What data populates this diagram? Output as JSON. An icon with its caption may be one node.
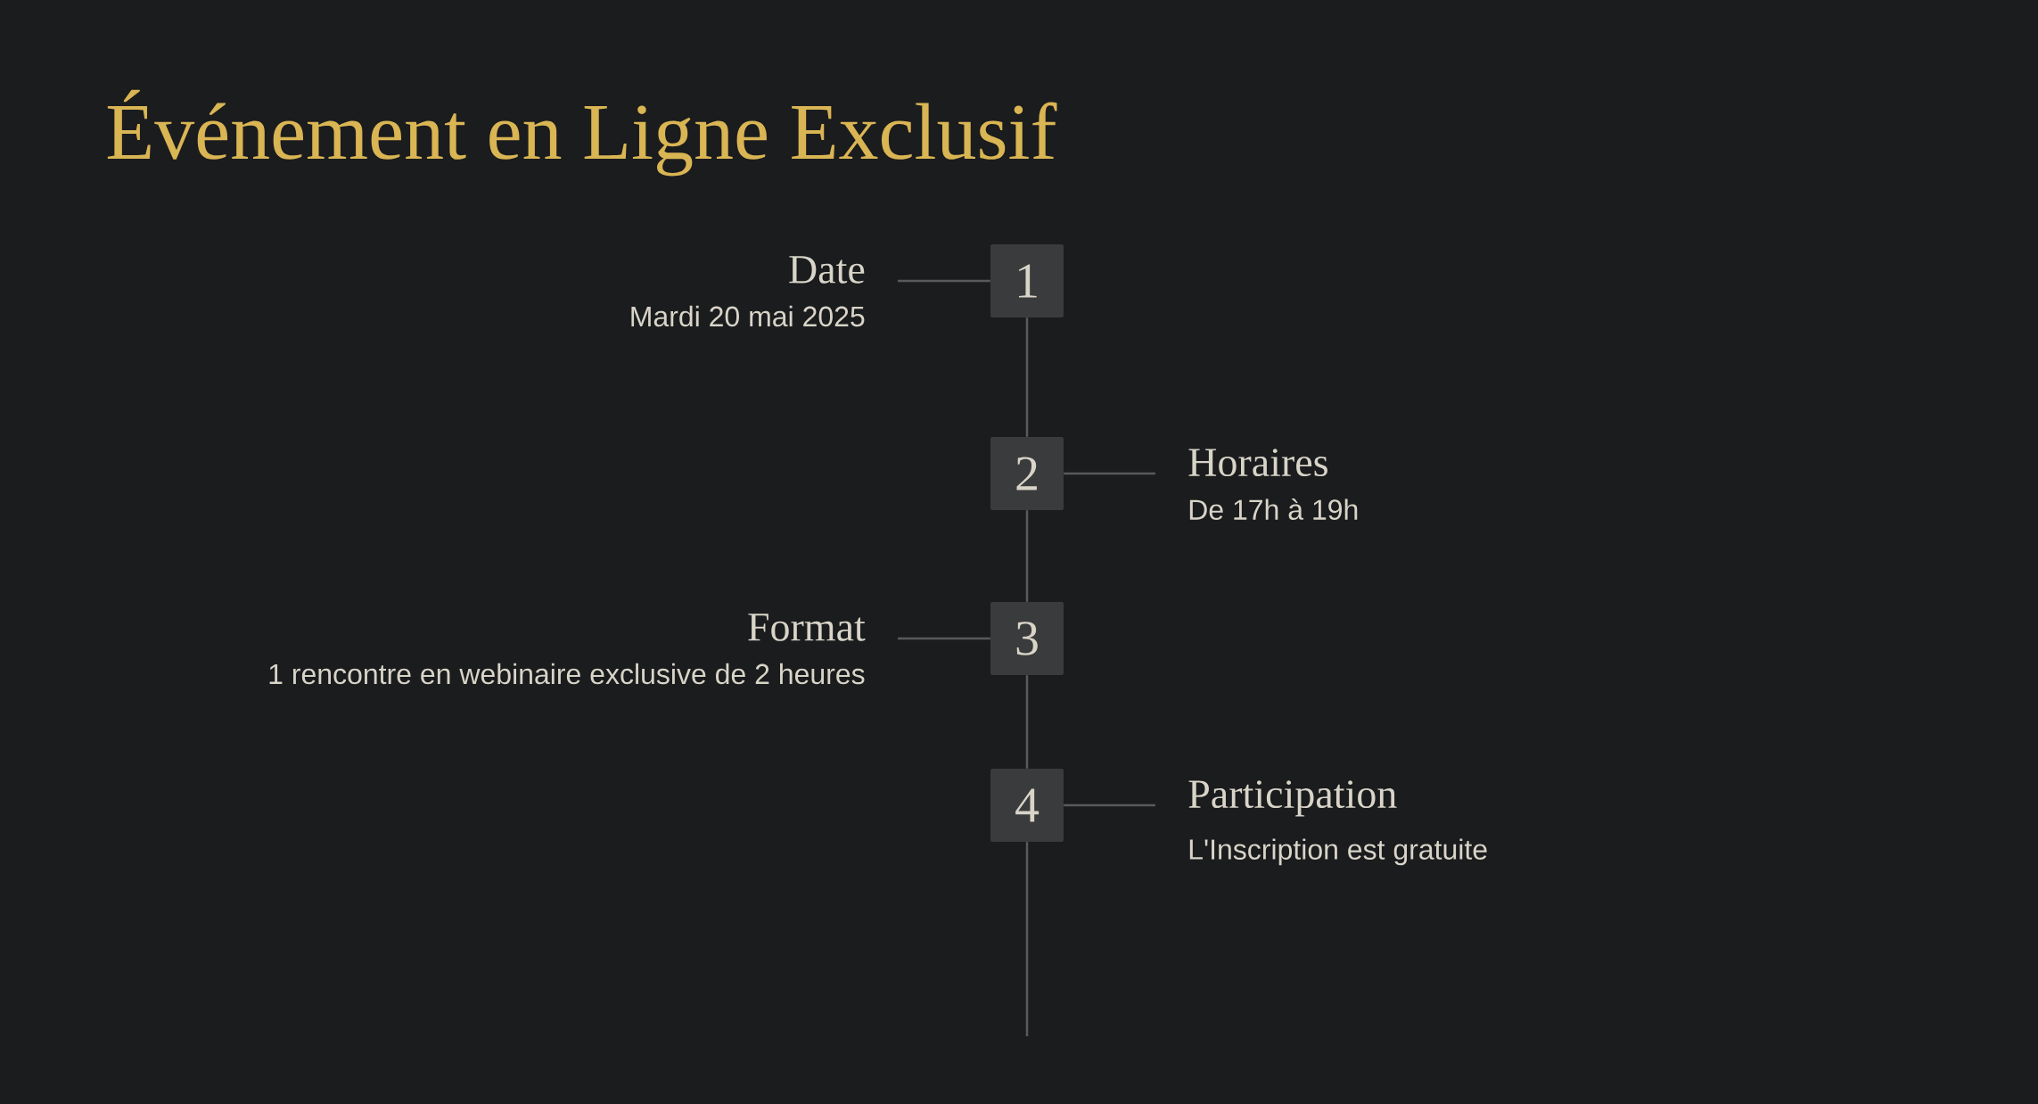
{
  "diagram": {
    "title": "Événement en Ligne Exclusif",
    "nodes": [
      {
        "text": [
          "1"
        ]
      },
      {
        "text": [
          "2"
        ]
      },
      {
        "text": [
          "3"
        ]
      },
      {
        "text": [
          "4"
        ]
      },
      {
        "text": [
          "Date",
          "Mardi 20 mai 2025"
        ]
      },
      {
        "text": [
          "Horaires",
          "De 17h à 19h"
        ]
      },
      {
        "text": [
          "Format",
          "1 rencontre en webinaire exclusive de 2 heures"
        ]
      },
      {
        "text": [
          "Participation",
          "L'Inscription est gratuite"
        ]
      }
    ],
    "edges": [
      {
        "from": 0,
        "to": 1,
        "arrow": "none"
      },
      {
        "from": 1,
        "to": 2,
        "arrow": "none"
      },
      {
        "from": 2,
        "to": 3,
        "arrow": "none"
      },
      {
        "from": 3,
        "to": null,
        "arrow": "none"
      },
      {
        "from": 0,
        "to": 4,
        "arrow": "none"
      },
      {
        "from": 1,
        "to": 5,
        "arrow": "none"
      },
      {
        "from": 2,
        "to": 6,
        "arrow": "none"
      },
      {
        "from": 3,
        "to": 7,
        "arrow": "none"
      }
    ]
  }
}
